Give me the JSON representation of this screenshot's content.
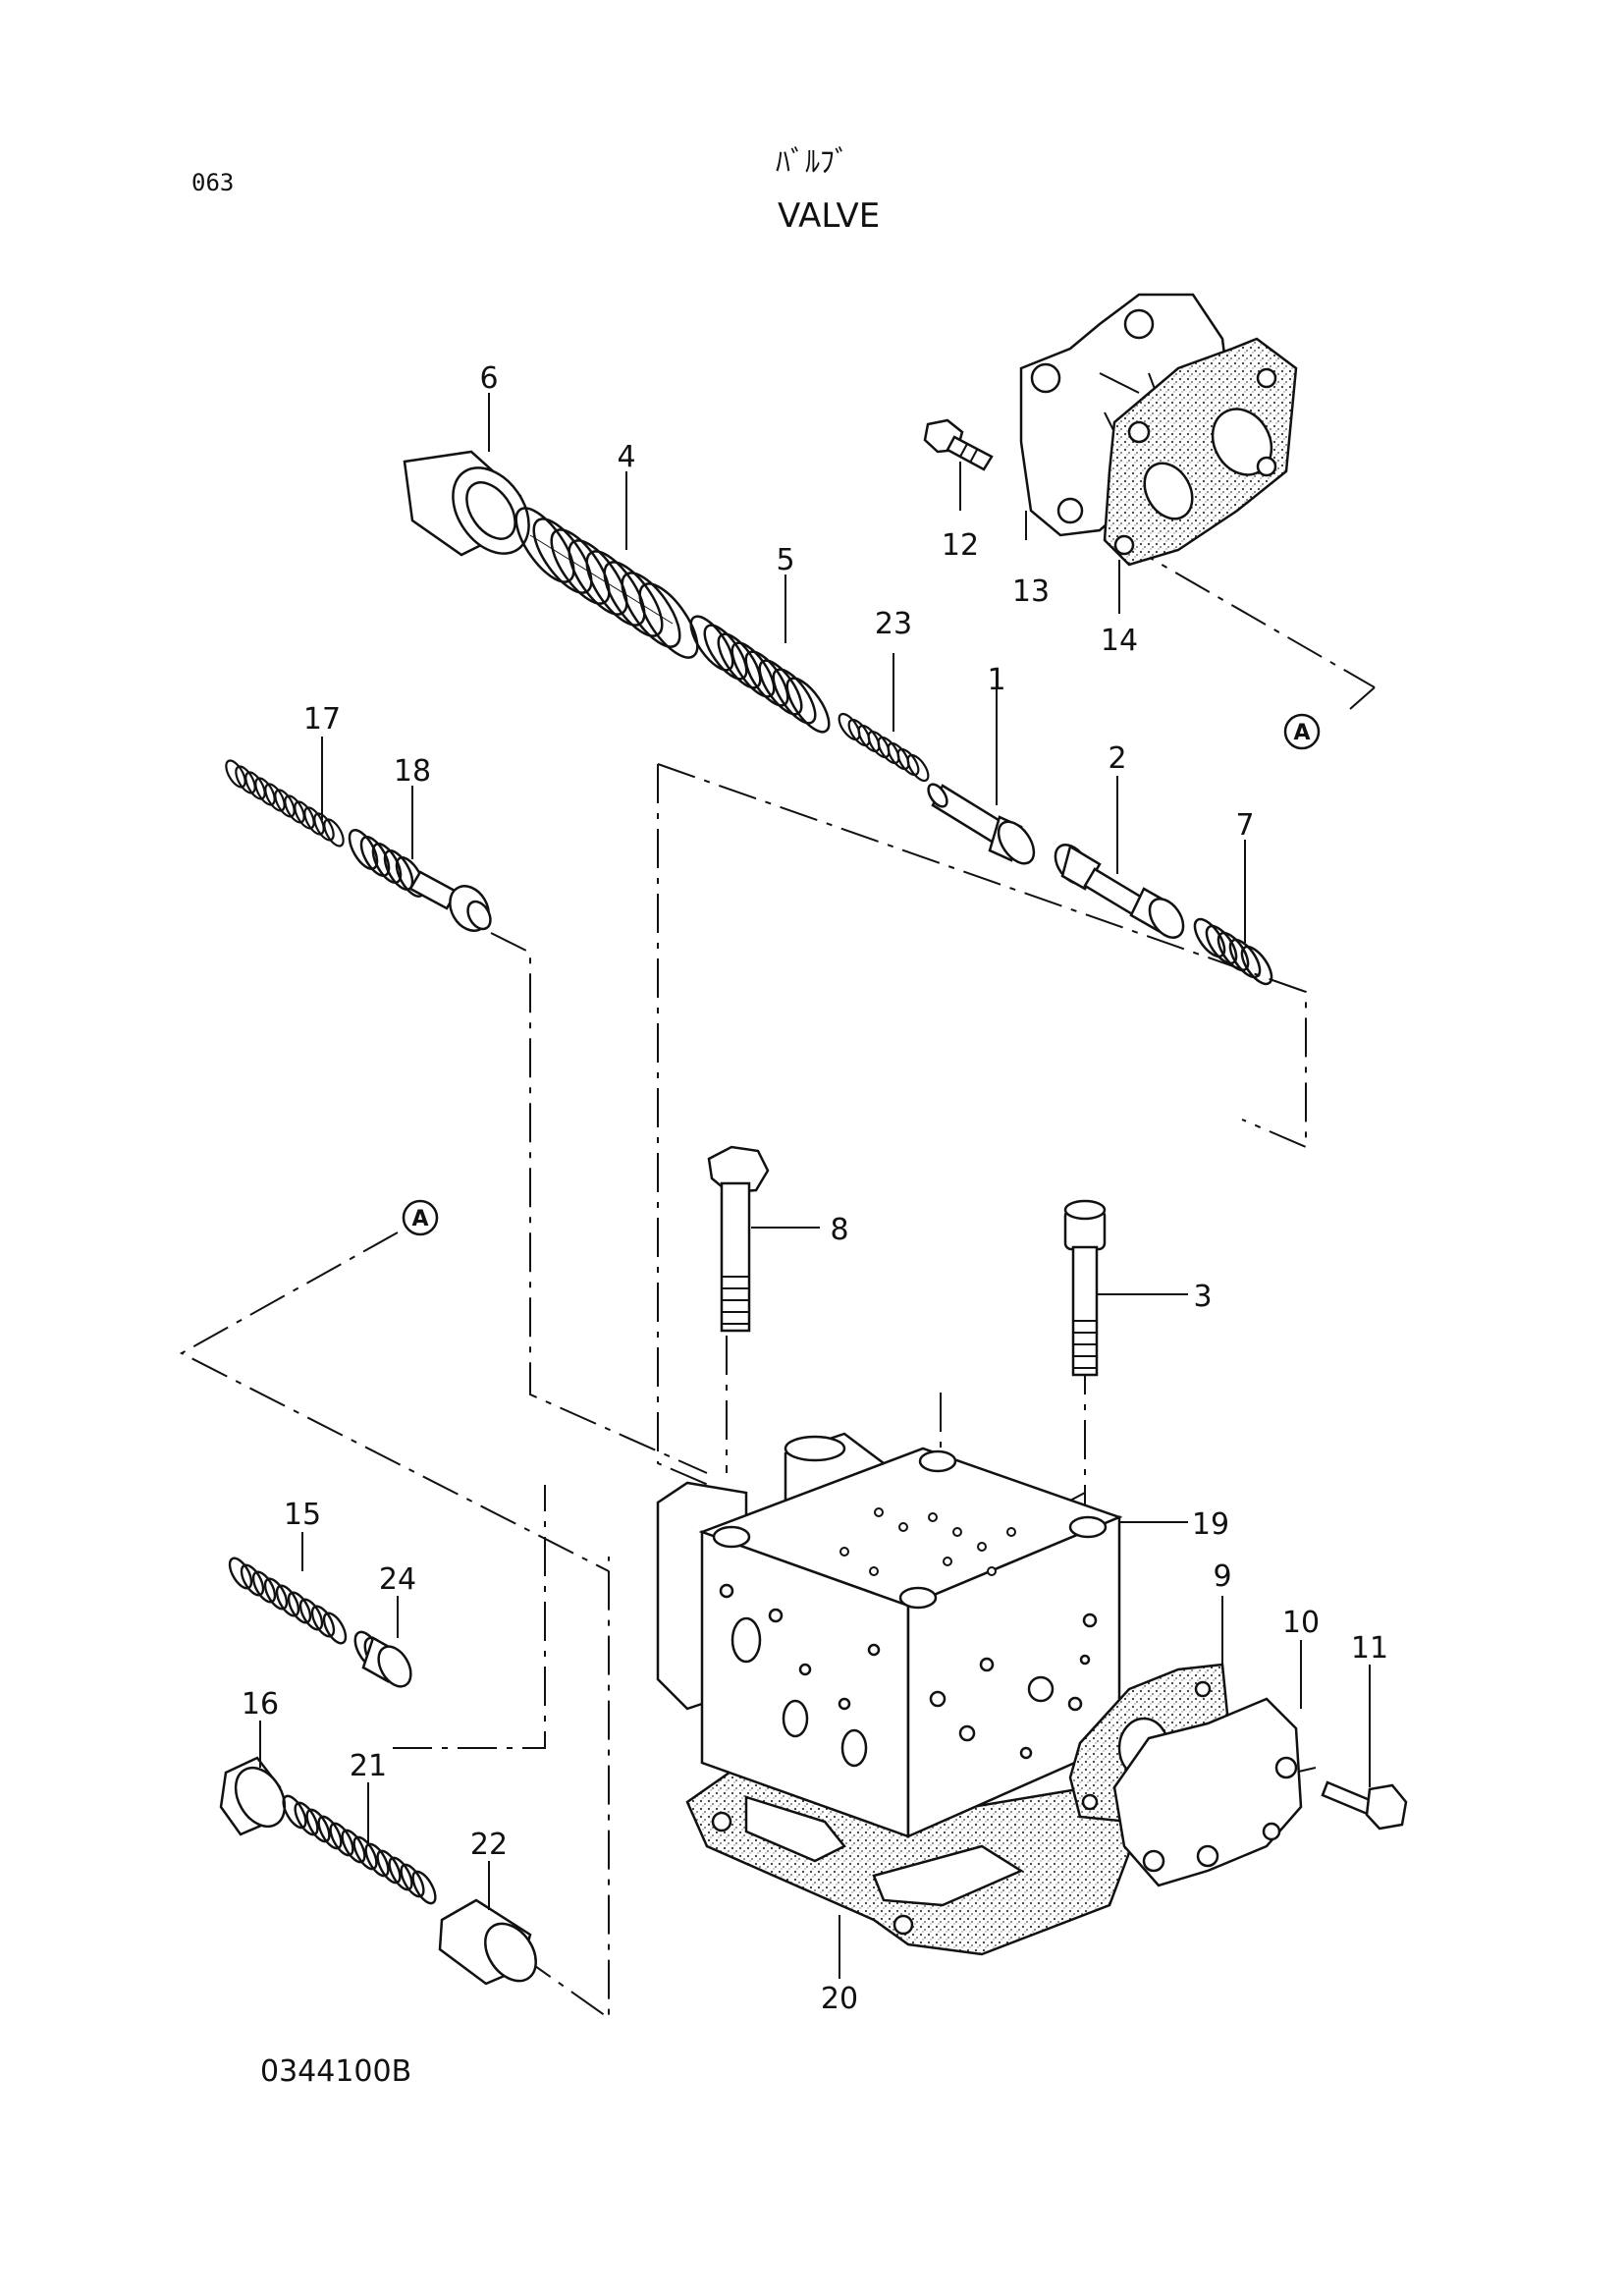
{
  "header": {
    "page_number": "063",
    "title_jp": "ﾊﾞﾙﾌﾞ",
    "title_en": "VALVE"
  },
  "footer": {
    "drawing_number": "0344100B"
  },
  "reference_marker": "A",
  "callouts": {
    "p1": "1",
    "p2": "2",
    "p3": "3",
    "p4": "4",
    "p5": "5",
    "p6": "6",
    "p7": "7",
    "p8": "8",
    "p9": "9",
    "p10": "10",
    "p11": "11",
    "p12": "12",
    "p13": "13",
    "p14": "14",
    "p15": "15",
    "p16": "16",
    "p17": "17",
    "p18": "18",
    "p19": "19",
    "p20": "20",
    "p21": "21",
    "p22": "22",
    "p23": "23",
    "p24": "24"
  }
}
